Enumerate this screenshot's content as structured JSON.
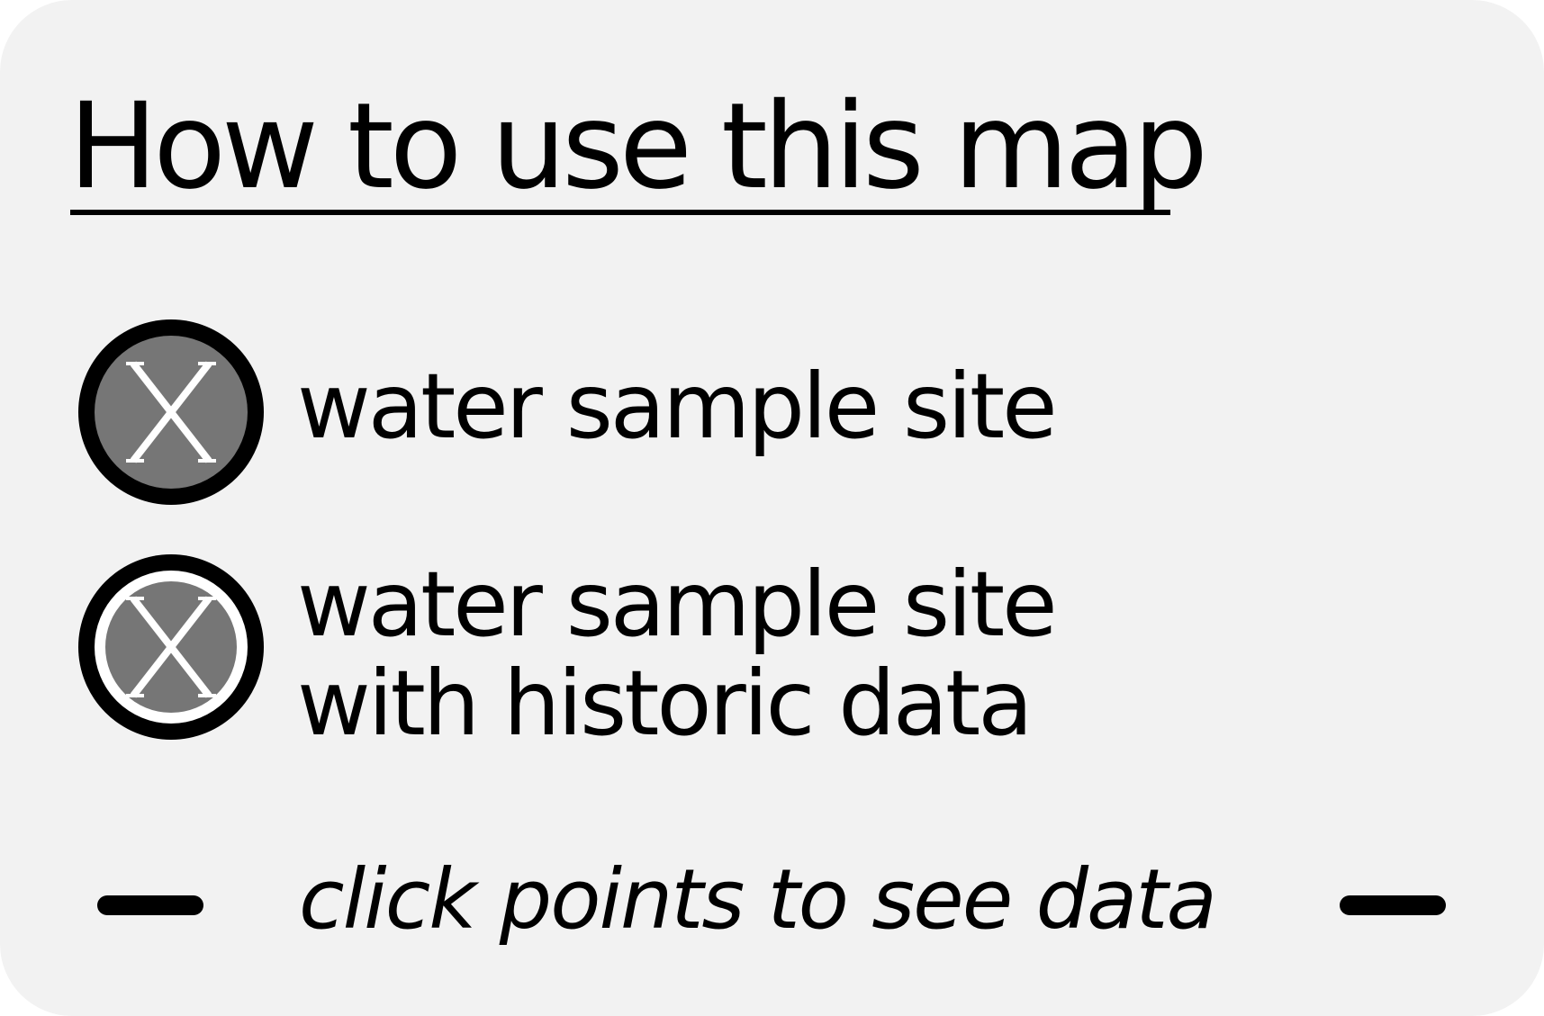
{
  "legend": {
    "title": "How to use this map",
    "items": [
      {
        "icon": "water-sample-site-icon",
        "label_lines": [
          "water sample site"
        ]
      },
      {
        "icon": "water-sample-site-historic-icon",
        "label_lines": [
          "water sample site",
          "with historic data"
        ]
      }
    ],
    "hint": "click points to see data",
    "colors": {
      "panel_background": "#f2f2f2",
      "marker_fill": "#767676",
      "marker_outline": "#000000",
      "marker_ring": "#ffffff"
    }
  }
}
